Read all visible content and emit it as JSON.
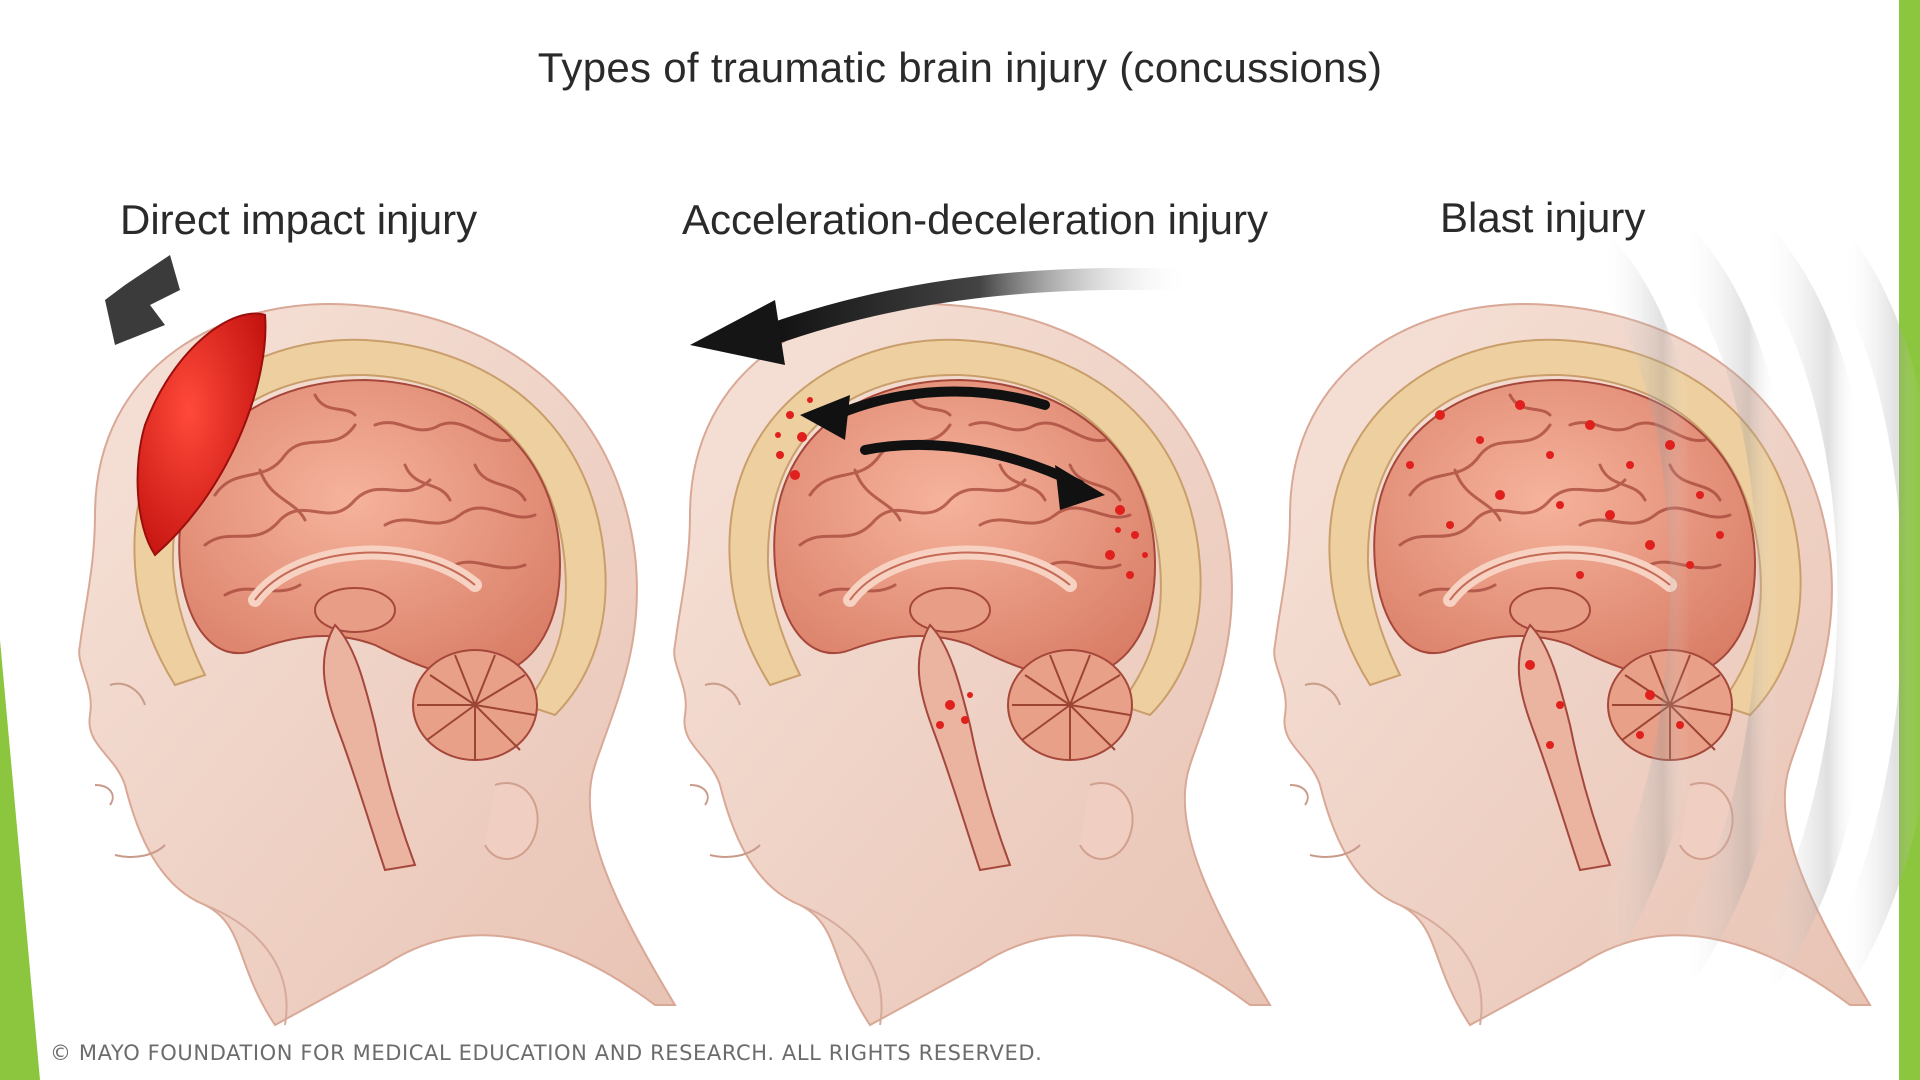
{
  "title": "Types of traumatic brain injury (concussions)",
  "panels": [
    {
      "label": "Direct impact injury"
    },
    {
      "label": "Acceleration-deceleration injury"
    },
    {
      "label": "Blast injury"
    }
  ],
  "copyright": "© MAYO FOUNDATION FOR MEDICAL EDUCATION AND RESEARCH. ALL RIGHTS RESERVED.",
  "colors": {
    "accent": "#8cc63f",
    "skin": "#f3d9cf",
    "skin_shadow": "#e2b7a8",
    "skull": "#eed0a0",
    "brain": "#f2a58d",
    "brain_dark": "#b0503f",
    "bleed": "#e0201d",
    "arrow": "#333333"
  }
}
